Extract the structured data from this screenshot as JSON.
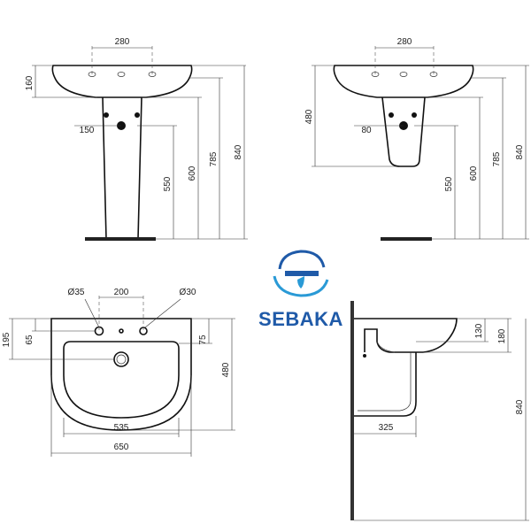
{
  "brand": {
    "name": "SEBAKA",
    "logo_icon": "faucet-drop-s-logo",
    "color": "#1f5aa8",
    "accent": "#2a9ad6"
  },
  "views": {
    "pedestal_front": {
      "width_280": "280",
      "height_160": "160",
      "offset_150": "150",
      "h_550": "550",
      "h_600": "600",
      "h_785": "785",
      "h_840": "840"
    },
    "semipedestal_front": {
      "width_280": "280",
      "height_480": "480",
      "offset_80": "80",
      "h_550": "550",
      "h_600": "600",
      "h_785": "785",
      "h_840": "840"
    },
    "top_view": {
      "hole_d35": "Ø35",
      "spacing_200": "200",
      "hole_d30": "Ø30",
      "depth_195": "195",
      "depth_65": "65",
      "depth_75": "75",
      "depth_480": "480",
      "width_535": "535",
      "width_650": "650"
    },
    "side_view": {
      "h_130": "130",
      "h_180": "180",
      "h_840": "840",
      "depth_325": "325"
    }
  }
}
